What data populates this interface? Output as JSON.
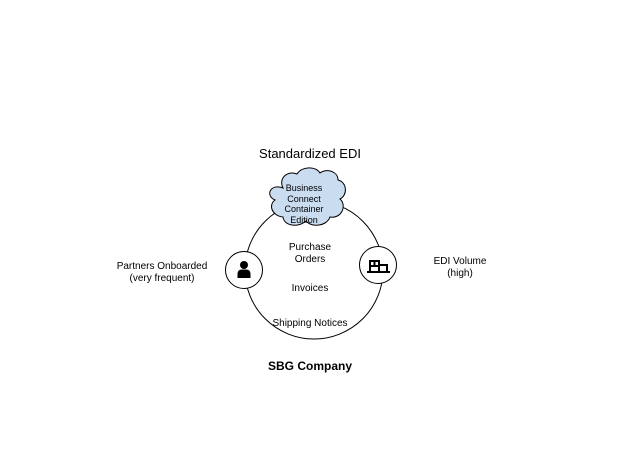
{
  "diagram": {
    "title": "Standardized EDI",
    "cloud": {
      "label": "Business\nConnect\nContainer\nEdition",
      "fill": "#c9dcf0"
    },
    "documents": {
      "purchase_orders": "Purchase\nOrders",
      "invoices": "Invoices",
      "shipping_notices": "Shipping Notices"
    },
    "left": {
      "label": "Partners Onboarded\n(very frequent)",
      "icon": "person-icon"
    },
    "right": {
      "label": "EDI Volume\n(high)",
      "icon": "factory-icon"
    },
    "company": "SBG Company"
  }
}
